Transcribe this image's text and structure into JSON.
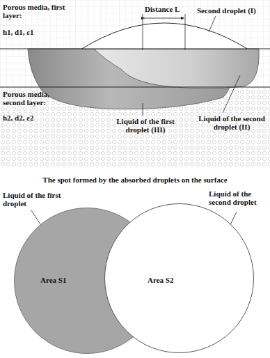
{
  "diagram": {
    "nodes": [
      {
        "text": [
          "Area S1"
        ]
      },
      {
        "text": [
          "Area S2"
        ]
      }
    ],
    "labels": [
      "Porous media, first layer:",
      "h1, d1, ε1",
      "Distance L",
      "Second droplet (I)",
      "Porous media, second layer:",
      "h2, d2, ε2",
      "Liquid of the first droplet (III)",
      "Liquid of the second droplet (II)",
      "The spot formed by the absorbed droplets on the surface",
      "Liquid of the first droplet",
      "Liquid of the second droplet"
    ]
  }
}
